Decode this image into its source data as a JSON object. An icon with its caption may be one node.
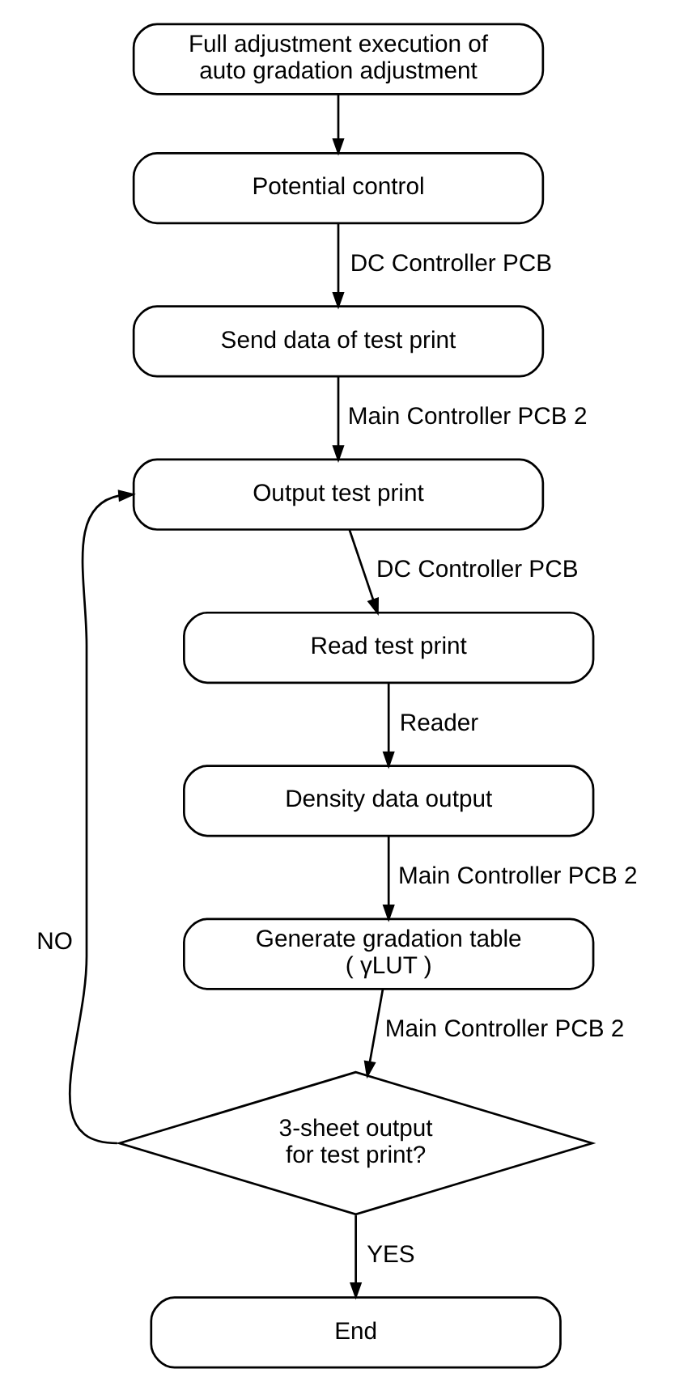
{
  "diagram": {
    "nodes": [
      {
        "text": [
          "Full adjustment execution of auto gradation adjustment"
        ]
      },
      {
        "text": [
          "Potential control"
        ]
      },
      {
        "text": [
          "Send data of test print"
        ]
      },
      {
        "text": [
          "Output test print"
        ]
      },
      {
        "text": [
          "Read test print"
        ]
      },
      {
        "text": [
          "Density data output"
        ]
      },
      {
        "text": [
          "Generate gradation table ( γLUT )"
        ]
      },
      {
        "text": [
          "3-sheet output for test print?"
        ]
      },
      {
        "text": [
          "End"
        ]
      }
    ],
    "edges": [
      {
        "from": 0,
        "to": 1,
        "arrow": "to"
      },
      {
        "from": 1,
        "to": 2,
        "arrow": "to",
        "label": "DC Controller PCB"
      },
      {
        "from": 2,
        "to": 3,
        "arrow": "to",
        "label": "Main Controller PCB 2"
      },
      {
        "from": 3,
        "to": 4,
        "arrow": "to",
        "label": "DC Controller PCB"
      },
      {
        "from": 4,
        "to": 5,
        "arrow": "to",
        "label": "Reader"
      },
      {
        "from": 5,
        "to": 6,
        "arrow": "to",
        "label": "Main Controller PCB 2"
      },
      {
        "from": 6,
        "to": 7,
        "arrow": "to",
        "label": "Main Controller PCB 2"
      },
      {
        "from": 7,
        "to": 3,
        "arrow": "to",
        "label": "NO"
      },
      {
        "from": 7,
        "to": 8,
        "arrow": "to",
        "label": "YES"
      }
    ]
  }
}
